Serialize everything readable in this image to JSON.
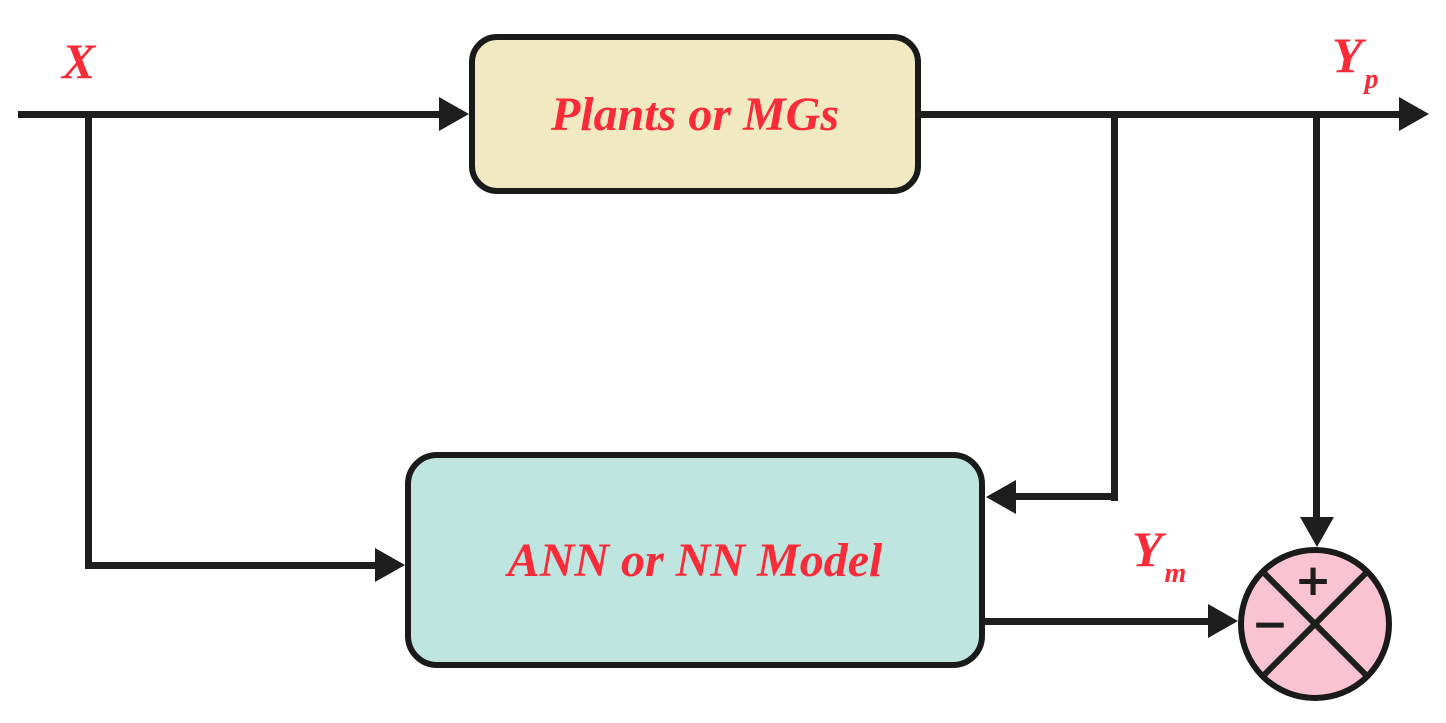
{
  "diagram": {
    "input_label": "X",
    "plant_block_label": "Plants or MGs",
    "model_block_label": "ANN or NN Model",
    "plant_output_label": {
      "base": "Y",
      "subscript": "p"
    },
    "model_output_label": {
      "base": "Y",
      "subscript": "m"
    },
    "summing_junction": {
      "plus": "+",
      "minus": "−"
    }
  },
  "colors": {
    "plant_block_fill": "#F0E9C1",
    "model_block_fill": "#BEE5E0",
    "summing_junction_fill": "#F9C3D2",
    "label_text_red": "#F92B38",
    "line_and_border": "#1E1E1E"
  }
}
